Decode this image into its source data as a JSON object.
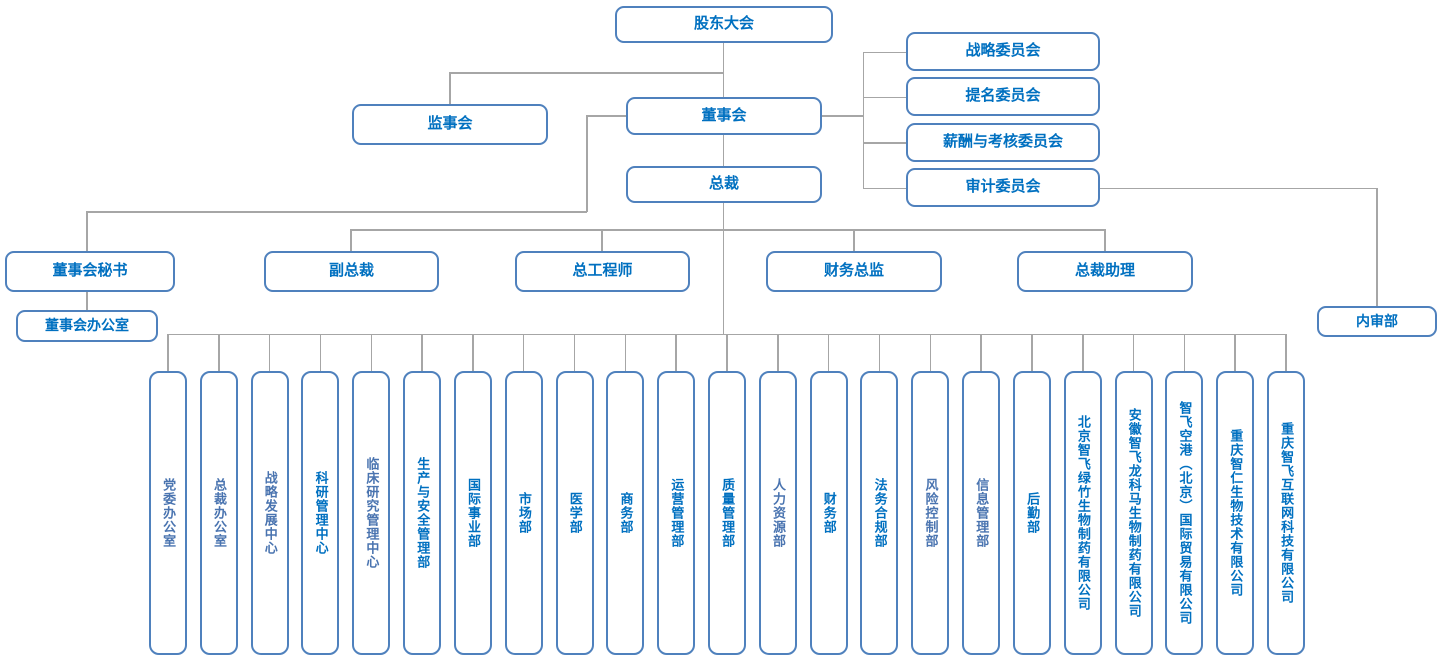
{
  "colors": {
    "background": "#ffffff",
    "box_border": "#4f81bd",
    "text_bright": "#0070c0",
    "text_muted": "#4a74b0",
    "connector": "#a6a6a6"
  },
  "org": {
    "shareholders": "股东大会",
    "supervisory_board": "监事会",
    "board": "董事会",
    "president": "总裁",
    "committees": [
      "战略委员会",
      "提名委员会",
      "薪酬与考核委员会",
      "审计委员会"
    ],
    "executives": [
      "董事会秘书",
      "副总裁",
      "总工程师",
      "财务总监",
      "总裁助理"
    ],
    "board_office": "董事会办公室",
    "internal_audit": "内审部",
    "departments": {
      "items": [
        {
          "label": "党委办公室",
          "tone": "muted"
        },
        {
          "label": "总裁办公室",
          "tone": "muted"
        },
        {
          "label": "战略发展中心",
          "tone": "muted"
        },
        {
          "label": "科研管理中心",
          "tone": "bright"
        },
        {
          "label": "临床研究管理中心",
          "tone": "muted"
        },
        {
          "label": "生产与安全管理部",
          "tone": "bright"
        },
        {
          "label": "国际事业部",
          "tone": "bright"
        },
        {
          "label": "市场部",
          "tone": "bright"
        },
        {
          "label": "医学部",
          "tone": "bright"
        },
        {
          "label": "商务部",
          "tone": "bright"
        },
        {
          "label": "运营管理部",
          "tone": "bright"
        },
        {
          "label": "质量管理部",
          "tone": "bright"
        },
        {
          "label": "人力资源部",
          "tone": "muted"
        },
        {
          "label": "财务部",
          "tone": "bright"
        },
        {
          "label": "法务合规部",
          "tone": "bright"
        },
        {
          "label": "风险控制部",
          "tone": "muted"
        },
        {
          "label": "信息管理部",
          "tone": "muted"
        },
        {
          "label": "后勤部",
          "tone": "bright"
        },
        {
          "label": "北京智飞绿竹生物制药有限公司",
          "tone": "bright"
        },
        {
          "label": "安徽智飞龙科马生物制药有限公司",
          "tone": "bright"
        },
        {
          "label": "智飞空港（北京）国际贸易有限公司",
          "tone": "bright"
        },
        {
          "label": "重庆智仁生物技术有限公司",
          "tone": "bright"
        },
        {
          "label": "重庆智飞互联网科技有限公司",
          "tone": "bright"
        }
      ]
    }
  }
}
